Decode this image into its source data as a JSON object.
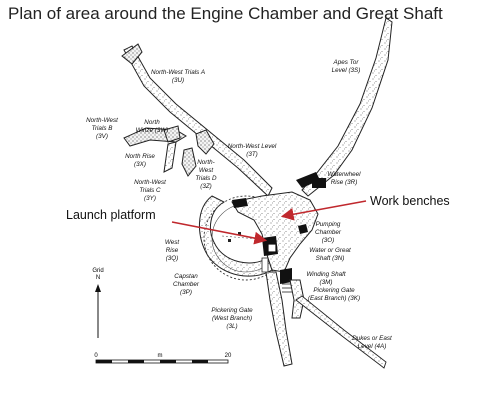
{
  "title": "Plan of area around the Engine Chamber and Great Shaft",
  "callouts": {
    "launch_platform": "Launch platform",
    "work_benches": "Work benches"
  },
  "features": {
    "apes_tor": [
      "Apes Tor",
      "Level (3S)"
    ],
    "nw_trials_a": [
      "North-West Trials A",
      "(3U)"
    ],
    "nw_trials_b": [
      "North-West",
      "Trials B",
      "(3V)"
    ],
    "north_winze": [
      "North",
      "Winze (3W)"
    ],
    "north_rise": [
      "North Rise",
      "(3X)"
    ],
    "nw_trials_c": [
      "North-West",
      "Trials C",
      "(3Y)"
    ],
    "nw_trials_d": [
      "North-",
      "West",
      "Trials D",
      "(3Z)"
    ],
    "nw_level": [
      "North-West Level",
      "(3T)"
    ],
    "waterwheel_rise": [
      "Waterwheel",
      "Rise (3R)"
    ],
    "pumping_chamber": [
      "Pumping",
      "Chamber",
      "(3O)"
    ],
    "great_shaft": [
      "Water or Great",
      "Shaft (3N)"
    ],
    "west_rise": [
      "West",
      "Rise",
      "(3Q)"
    ],
    "capstan_chamber": [
      "Capstan",
      "Chamber",
      "(3P)"
    ],
    "winding_shaft": [
      "Winding Shaft",
      "(3M)"
    ],
    "pickering_east": [
      "Pickering Gate",
      "(East Branch) (3K)"
    ],
    "pickering_west": [
      "Pickering Gate",
      "(West Branch)",
      "(3L)"
    ],
    "dukes_level": [
      "Dukes or East",
      "Level (4A)"
    ]
  },
  "north_arrow": {
    "label": "Grid",
    "letter": "N"
  },
  "scale_bar": {
    "ticks": [
      "0",
      "m",
      "20"
    ]
  }
}
